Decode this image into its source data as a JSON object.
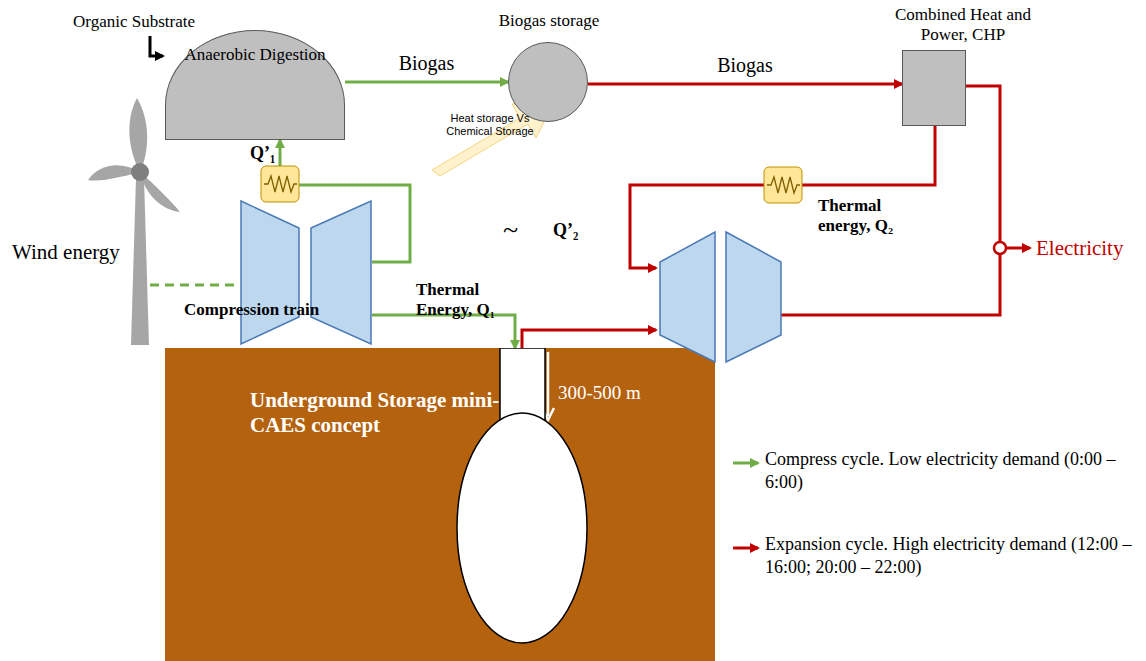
{
  "diagram": {
    "nodes": [
      {
        "text": [
          "Anaerobic Digestion"
        ]
      },
      {
        "text": [
          "Biogas storage"
        ]
      },
      {
        "text": [
          "Combined Heat and Power, CHP"
        ]
      },
      {
        "text": [
          "Compression train"
        ]
      },
      {
        "text": [
          "Underground Storage mini-CAES concept"
        ]
      }
    ],
    "edges": [
      {
        "from": 0,
        "to": 1,
        "label": "Biogas",
        "arrow": "to"
      },
      {
        "from": 1,
        "to": 2,
        "label": "Biogas",
        "arrow": "to"
      },
      {
        "from": 3,
        "to": 4,
        "arrow": "to"
      },
      {
        "from": 3,
        "to": 0,
        "arrow": "to"
      }
    ],
    "labels": [
      "Organic Substrate",
      "Wind energy",
      "Q’₁",
      "Thermal Energy, Q₁",
      "Heat storage Vs Chemical Storage",
      "~",
      "Q’₂",
      "Thermal energy, Q₂",
      "300-500 m",
      "Electricity"
    ],
    "legend": [
      {
        "text": "Compress cycle. Low electricity demand (0:00 – 6:00)"
      },
      {
        "text": "Expansion cycle. High electricity demand (12:00 – 16:00; 20:00 – 22:00)"
      }
    ]
  }
}
